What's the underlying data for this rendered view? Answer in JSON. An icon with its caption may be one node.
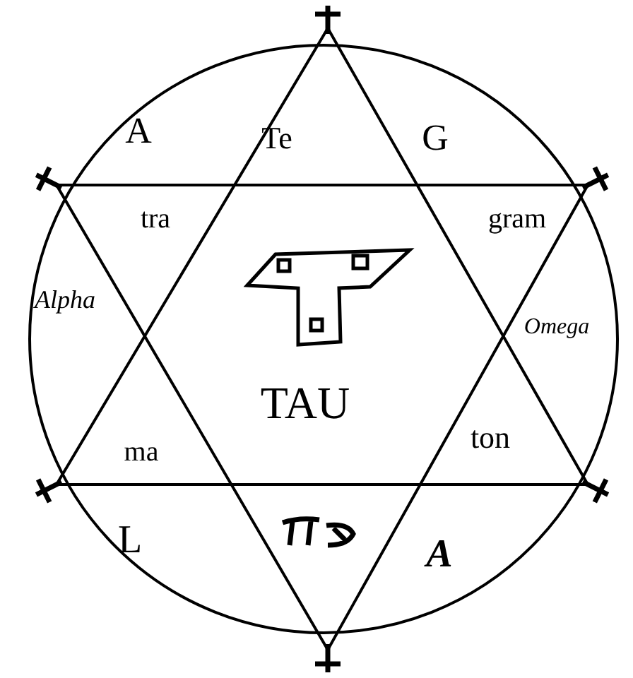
{
  "diagram": {
    "labels": [
      "A",
      "Te",
      "G",
      "tra",
      "gram",
      "Alpha",
      "Omega",
      "ma",
      "TAU",
      "ton",
      "L",
      "A"
    ]
  }
}
